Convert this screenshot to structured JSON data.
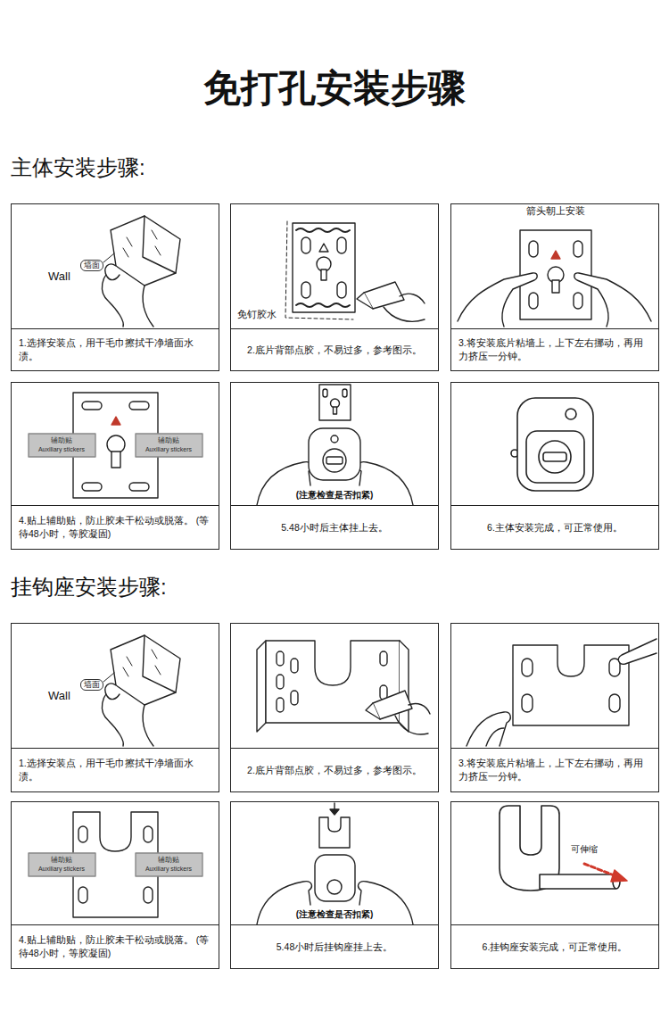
{
  "diagram": {
    "title": "免打孔安装步骤",
    "nodes": [
      {
        "text": [
          "1.选择安装点，用干毛巾擦拭干净墙面水渍。"
        ]
      },
      {
        "text": [
          "2.底片背部点胶，不易过多，参考图示。"
        ]
      },
      {
        "text": [
          "3.将安装底片粘墙上，上下左右挪动，再用力挤压一分钟。"
        ]
      },
      {
        "text": [
          "4.贴上辅助贴，防止胶未干松动或脱落。 (等待48小时，等胶凝固)"
        ]
      },
      {
        "text": [
          "5.48小时后主体挂上去。"
        ]
      },
      {
        "text": [
          "6.主体安装完成，可正常使用。"
        ]
      },
      {
        "text": [
          "1.选择安装点，用干毛巾擦拭干净墙面水渍。"
        ]
      },
      {
        "text": [
          "2.底片背部点胶，不易过多，参考图示。"
        ]
      },
      {
        "text": [
          "3.将安装底片粘墙上，上下左右挪动，再用力挤压一分钟。"
        ]
      },
      {
        "text": [
          "4.贴上辅助贴，防止胶未干松动或脱落。 (等待48小时，等胶凝固)"
        ]
      },
      {
        "text": [
          "5.48小时后挂钩座挂上去。"
        ]
      },
      {
        "text": [
          "6.挂钩座安装完成，可正常使用。"
        ]
      }
    ],
    "labels": [
      "主体安装步骤:",
      "Wall",
      "墙面",
      "免钉胶水",
      "箭头朝上安装",
      "辅助贴",
      "Auxiliary stickers",
      "辅助贴",
      "Auxiliary stickers",
      "(注意检查是否扣紧)",
      "挂钩座安装步骤:",
      "Wall",
      "墙面",
      "辅助贴",
      "Auxiliary stickers",
      "辅助贴",
      "Auxiliary stickers",
      "(注意检查是否扣紧)",
      "可伸缩"
    ]
  }
}
